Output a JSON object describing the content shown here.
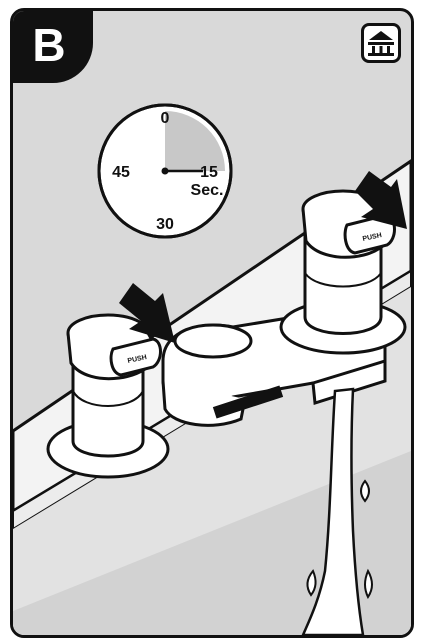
{
  "step": {
    "letter": "B"
  },
  "icons": {
    "corner": "faucet-washbasin-icon"
  },
  "timer": {
    "marks": {
      "top": "0",
      "right": "15",
      "bottom": "30",
      "left": "45"
    },
    "unit": "Sec.",
    "elapsed_seconds": 15,
    "shade_color": "#c8c8c8"
  },
  "buttons": {
    "left_label": "PUSH",
    "right_label": "PUSH"
  },
  "colors": {
    "background": "#d9d9d9",
    "line": "#111111",
    "faucet": "#ffffff"
  }
}
